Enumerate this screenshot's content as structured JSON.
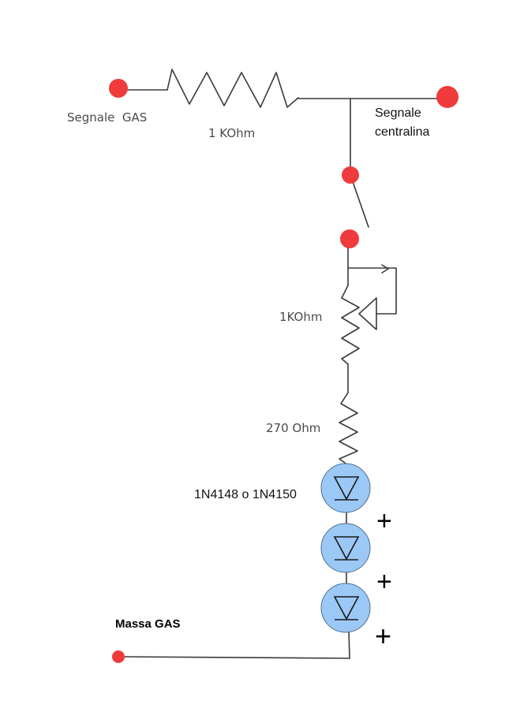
{
  "colors": {
    "terminal": "#ef3b3b",
    "wire": "#3a3a3a",
    "diode_fill": "#9cc8f6",
    "diode_outline": "#4f6e8f",
    "label": "#4a4a4a"
  },
  "labels": {
    "segnale_gas": "Segnale  GAS",
    "resistor_top": "1 KOhm",
    "segnale_centralina_line1": "Segnale",
    "segnale_centralina_line2": "centralina",
    "pot_value": "1KOhm",
    "resistor_270": "270 Ohm",
    "diode_part": "1N4148 o 1N4150",
    "massa_gas": "Massa GAS"
  },
  "polarity": {
    "plus1": "+",
    "plus2": "+",
    "plus3": "+"
  },
  "icons": {
    "diode": "diode-icon",
    "resistor": "resistor-icon",
    "switch": "switch-icon",
    "potentiometer": "potentiometer-icon"
  }
}
